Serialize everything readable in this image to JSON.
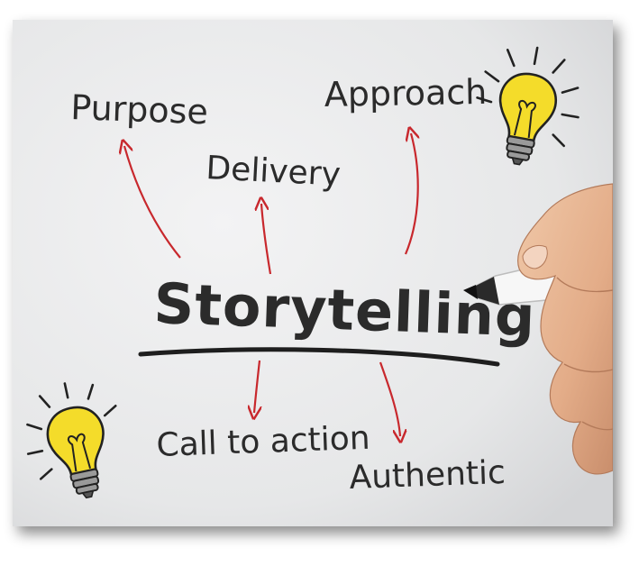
{
  "center_word": "Storytelling",
  "branches": {
    "purpose": "Purpose",
    "delivery": "Delivery",
    "approach": "Approach",
    "call_to_action": "Call to action",
    "authentic": "Authentic"
  },
  "colors": {
    "background": "#e9eaeb",
    "ink": "#2b2b2b",
    "arrow": "#c8282d",
    "bulb": "#f4dc2a",
    "skin": "#e9b896"
  }
}
